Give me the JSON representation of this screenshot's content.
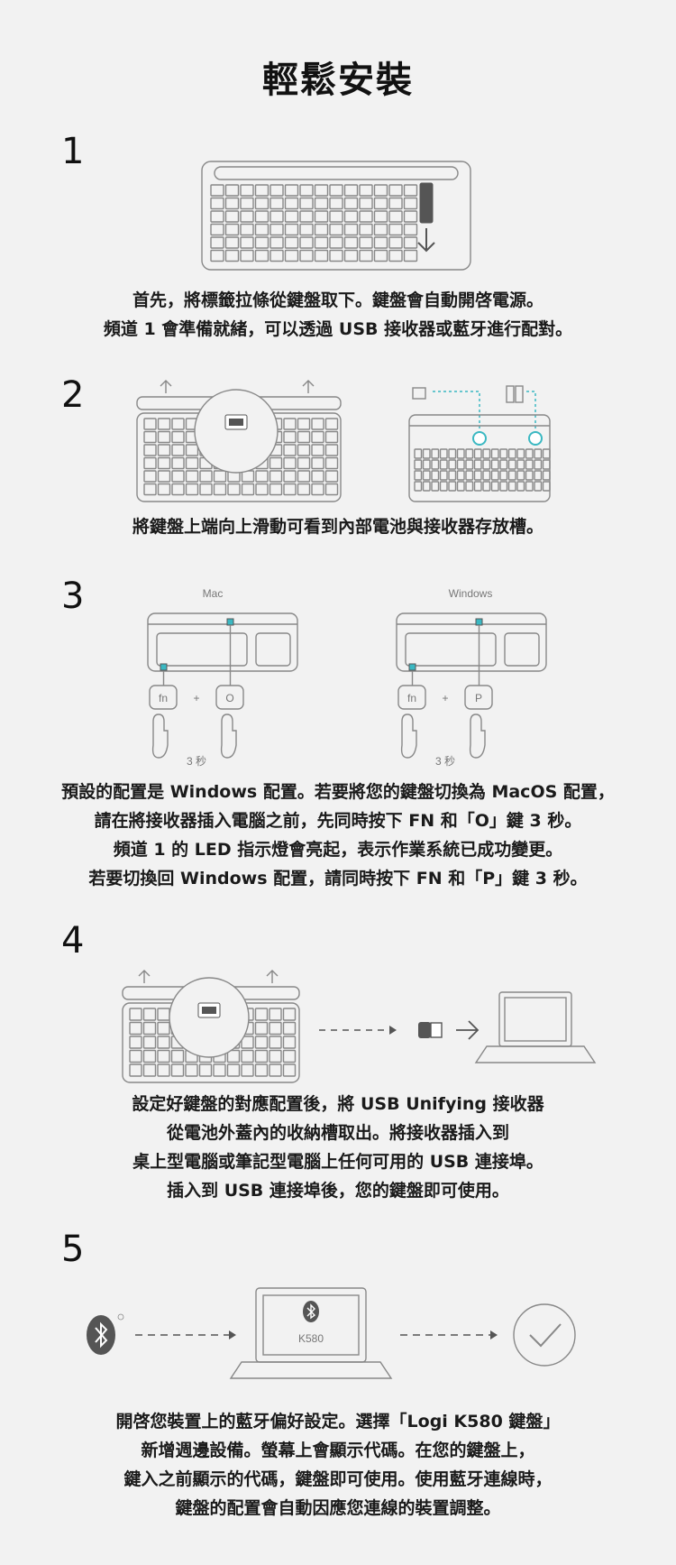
{
  "title": "輕鬆安裝",
  "steps": [
    {
      "number": "1",
      "lines": [
        "首先，將標籤拉條從鍵盤取下。鍵盤會自動開啓電源。",
        "頻道 1 會準備就緒，可以透過 USB 接收器或藍牙進行配對。"
      ]
    },
    {
      "number": "2",
      "lines": [
        "將鍵盤上端向上滑動可看到內部電池與接收器存放槽。"
      ]
    },
    {
      "number": "3",
      "labels": {
        "mac": "Mac",
        "windows": "Windows",
        "fn": "fn",
        "o": "O",
        "p": "P",
        "plus": "+",
        "seconds": "3 秒"
      },
      "lines": [
        "預設的配置是 Windows 配置。若要將您的鍵盤切換為 MacOS 配置，",
        "請在將接收器插入電腦之前，先同時按下 FN 和「O」鍵 3 秒。",
        "頻道 1 的 LED 指示燈會亮起，表示作業系統已成功變更。",
        "若要切換回 Windows 配置，請同時按下 FN 和「P」鍵 3 秒。"
      ]
    },
    {
      "number": "4",
      "lines": [
        "設定好鍵盤的對應配置後，將 USB Unifying 接收器",
        "從電池外蓋內的收納槽取出。將接收器插入到",
        "桌上型電腦或筆記型電腦上任何可用的 USB 連接埠。",
        "插入到 USB 連接埠後，您的鍵盤即可使用。"
      ]
    },
    {
      "number": "5",
      "labels": {
        "model": "K580"
      },
      "lines": [
        "開啓您裝置上的藍牙偏好設定。選擇「Logi K580 鍵盤」",
        "新增週邊設備。螢幕上會顯示代碼。在您的鍵盤上，",
        "鍵入之前顯示的代碼，鍵盤即可使用。使用藍牙連線時，",
        "鍵盤的配置會自動因應您連線的裝置調整。"
      ]
    }
  ],
  "colors": {
    "accent": "#3ab8c2",
    "line": "#888888",
    "text": "#111111"
  }
}
